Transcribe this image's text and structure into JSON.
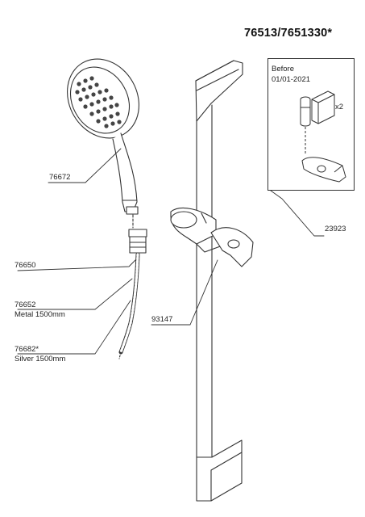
{
  "title": "76513/7651330*",
  "labels": {
    "handshower": "76672",
    "hose_nut": "76650",
    "hose_metal_code": "76652",
    "hose_metal_desc": "Metal 1500mm",
    "hose_silver_code": "76682*",
    "hose_silver_desc": "Silver 1500mm",
    "slider": "93147",
    "inset_part": "23923"
  },
  "inset": {
    "line1": "Before",
    "line2": "01/01-2021",
    "quantity": "x2"
  }
}
